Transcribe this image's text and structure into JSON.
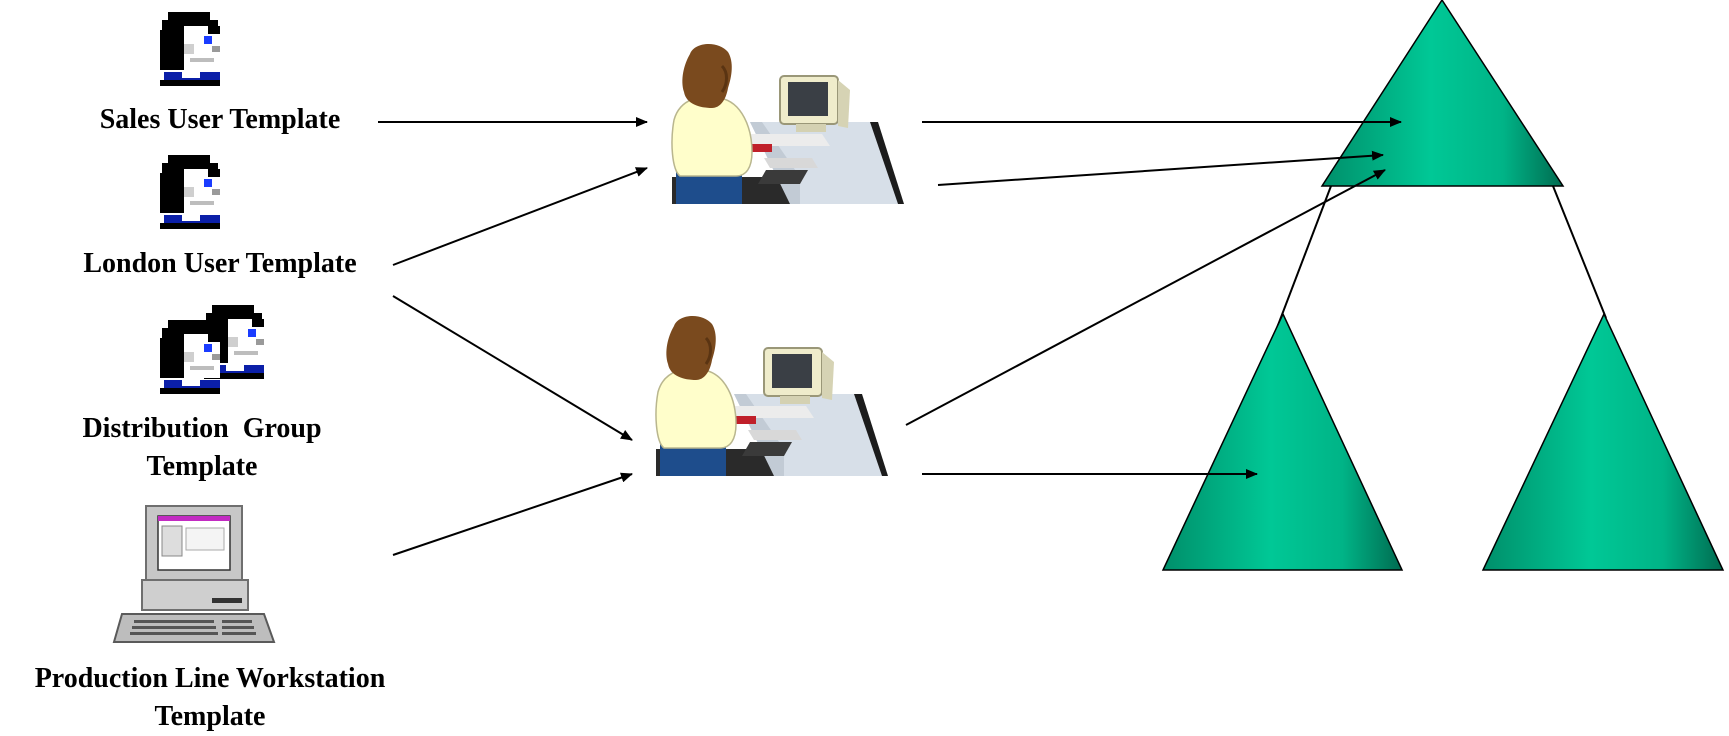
{
  "templates": {
    "sales": {
      "label": "Sales User Template"
    },
    "london": {
      "label": "London User Template"
    },
    "distribution": {
      "line1": "Distribution  Group",
      "line2": "Template"
    },
    "production": {
      "line1": "Production Line Workstation",
      "line2": "Template"
    }
  },
  "icons": {
    "sales": "user-icon",
    "london": "user-icon",
    "distribution": "group-icon",
    "production": "workstation-computer-icon",
    "admin_top": "administrator-at-workstation-icon",
    "admin_bottom": "administrator-at-workstation-icon",
    "tree_parent": "container-triangle-icon",
    "tree_left": "container-triangle-icon",
    "tree_right": "container-triangle-icon"
  },
  "colors": {
    "triangle_fill": "#00c896",
    "triangle_dark": "#008f6a",
    "user_hair": "#000000",
    "user_shirt": "#0b1fa8",
    "admin_hair": "#7a4a1e",
    "admin_shirt": "#fffecb",
    "desk": "#d7dfe8"
  }
}
